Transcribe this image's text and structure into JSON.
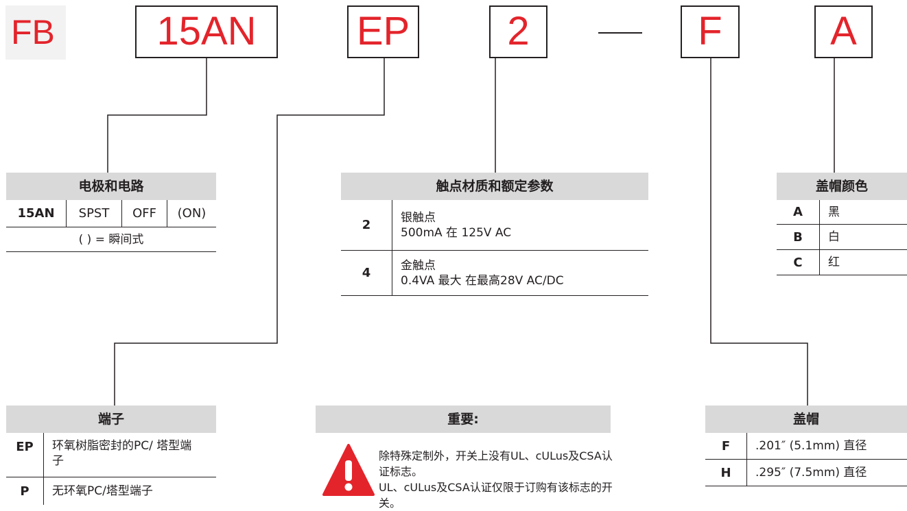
{
  "part_number": {
    "prefix": "FB",
    "segments": [
      "15AN",
      "EP",
      "2",
      "F",
      "A"
    ]
  },
  "poles_circuit": {
    "title": "电极和电路",
    "code": "15AN",
    "cells": [
      "SPST",
      "OFF",
      "(ON)"
    ],
    "note": "(   ) = 瞬间式"
  },
  "contacts": {
    "title": "触点材质和额定参数",
    "rows": [
      {
        "code": "2",
        "line1": "银触点",
        "line2": "500mA 在 125V AC"
      },
      {
        "code": "4",
        "line1": "金触点",
        "line2": "0.4VA 最大 在最高28V AC/DC"
      }
    ]
  },
  "cap_color": {
    "title": "盖帽颜色",
    "rows": [
      {
        "code": "A",
        "desc": "黑"
      },
      {
        "code": "B",
        "desc": "白"
      },
      {
        "code": "C",
        "desc": "红"
      }
    ]
  },
  "terminals": {
    "title": "端子",
    "rows": [
      {
        "code": "EP",
        "desc": "环氧树脂密封的PC/ 塔型端子"
      },
      {
        "code": "P",
        "desc": "无环氧PC/塔型端子"
      }
    ]
  },
  "important": {
    "title": "重要:",
    "text1": "除特殊定制外，开关上没有UL、cULus及CSA认证标志。",
    "text2": "UL、cULus及CSA认证仅限于订购有该标志的开关。"
  },
  "cap": {
    "title": "盖帽",
    "rows": [
      {
        "code": "F",
        "desc": ".201″ (5.1mm) 直径"
      },
      {
        "code": "H",
        "desc": ".295″ (7.5mm) 直径"
      }
    ]
  },
  "colors": {
    "accent": "#e3242b",
    "header_bg": "#d9d9d9",
    "line": "#231f20"
  },
  "icons": {
    "warning": "warning-icon"
  }
}
